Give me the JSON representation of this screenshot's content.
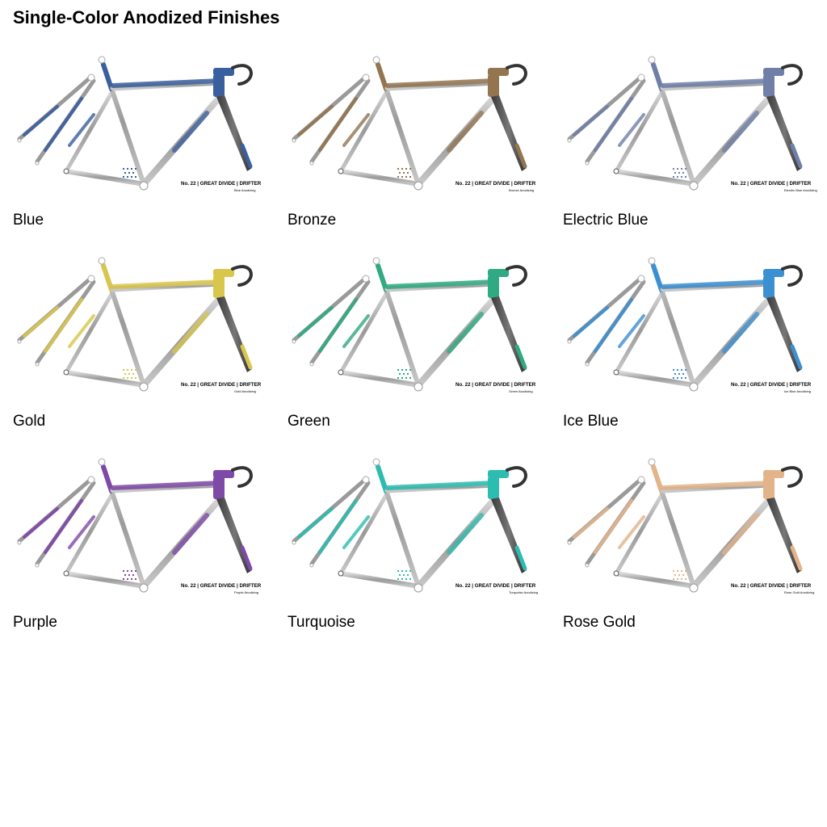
{
  "page": {
    "title": "Single-Color Anodized Finishes"
  },
  "finishes": [
    {
      "name": "Blue",
      "caption": "No. 22 | GREAT DIVIDE | DRIFTER",
      "sub": "Blue Anodizing",
      "color": "#3a5f9e"
    },
    {
      "name": "Bronze",
      "caption": "No. 22 | GREAT DIVIDE | DRIFTER",
      "sub": "Bronze Anodizing",
      "color": "#93754f"
    },
    {
      "name": "Electric Blue",
      "caption": "No. 22 | GREAT DIVIDE | DRIFTER",
      "sub": "Electric Blue Anodizing",
      "color": "#6f7fa8"
    },
    {
      "name": "Gold",
      "caption": "No. 22 | GREAT DIVIDE | DRIFTER",
      "sub": "Gold Anodizing",
      "color": "#d9c64c"
    },
    {
      "name": "Green",
      "caption": "No. 22 | GREAT DIVIDE | DRIFTER",
      "sub": "Green Anodizing",
      "color": "#2faa82"
    },
    {
      "name": "Ice Blue",
      "caption": "No. 22 | GREAT DIVIDE | DRIFTER",
      "sub": "Ice Blue Anodizing",
      "color": "#3c8fd1"
    },
    {
      "name": "Purple",
      "caption": "No. 22 | GREAT DIVIDE | DRIFTER",
      "sub": "Purple Anodizing",
      "color": "#7f49a8"
    },
    {
      "name": "Turquoise",
      "caption": "No. 22 | GREAT DIVIDE | DRIFTER",
      "sub": "Turquoise Anodizing",
      "color": "#2cbcb0"
    },
    {
      "name": "Rose Gold",
      "caption": "No. 22 | GREAT DIVIDE | DRIFTER",
      "sub": "Rose Gold Anodizing",
      "color": "#e3b48a"
    }
  ]
}
